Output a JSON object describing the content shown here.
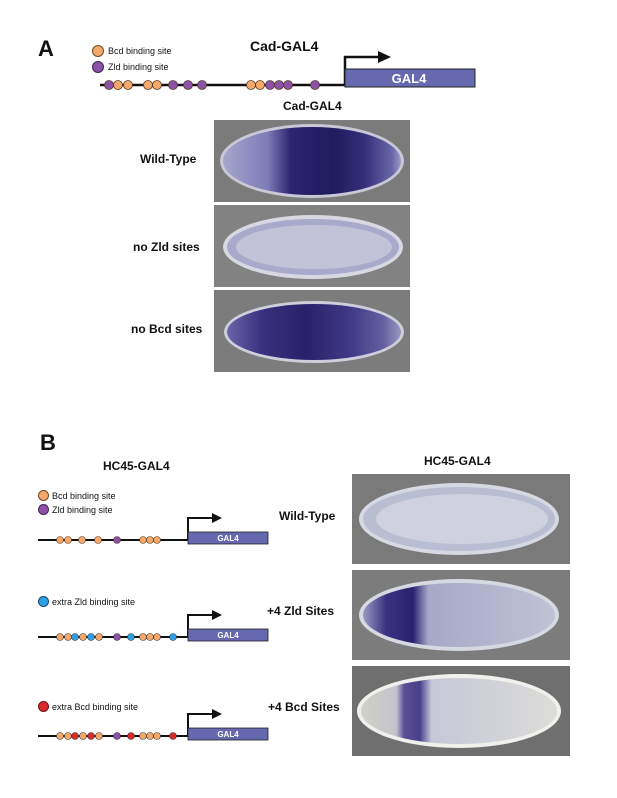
{
  "panelA": {
    "letter": "A",
    "construct_title": "Cad-GAL4",
    "legend": [
      {
        "label": "Bcd binding site",
        "color": "#f4a869"
      },
      {
        "label": "Zld binding site",
        "color": "#8b52a8"
      }
    ],
    "gene_label": "GAL4",
    "images_title": "Cad-GAL4",
    "conditions": [
      "Wild-Type",
      "no Zld sites",
      "no Bcd sites"
    ]
  },
  "panelB": {
    "letter": "B",
    "construct_title": "HC45-GAL4",
    "legend": [
      {
        "label": "Bcd binding site",
        "color": "#f4a869"
      },
      {
        "label": "Zld binding site",
        "color": "#8b52a8"
      }
    ],
    "extra_zld_legend": {
      "label": "extra Zld binding site",
      "color": "#2ea0e6"
    },
    "extra_bcd_legend": {
      "label": "extra Bcd binding site",
      "color": "#d92b2b"
    },
    "gene_label": "GAL4",
    "images_title": "HC45-GAL4",
    "conditions": [
      "Wild-Type",
      "+4 Zld Sites",
      "+4 Bcd Sites"
    ]
  },
  "colors": {
    "gal4_box": "#6668b0",
    "stain": "#2a1d6e",
    "photo_bg": "#7c7c7c"
  }
}
